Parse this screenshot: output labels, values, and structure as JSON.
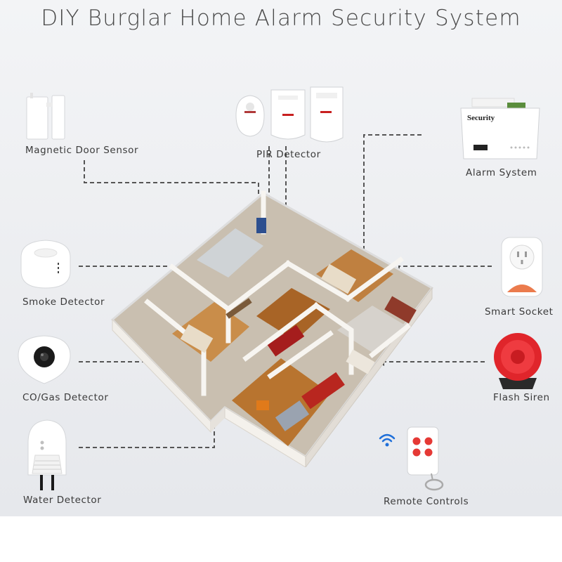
{
  "title": "DIY Burglar Home Alarm Security System",
  "devices": {
    "magnetic_door_sensor": {
      "label": "Magnetic Door Sensor"
    },
    "pir_detector": {
      "label": "PIR Detector"
    },
    "alarm_system": {
      "label": "Alarm System",
      "panel_text": "Security"
    },
    "smoke_detector": {
      "label": "Smoke Detector"
    },
    "smart_socket": {
      "label": "Smart Socket"
    },
    "co_gas_detector": {
      "label": "CO/Gas Detector"
    },
    "flash_siren": {
      "label": "Flash Siren"
    },
    "water_detector": {
      "label": "Water Detector"
    },
    "remote_controls": {
      "label": "Remote Controls"
    }
  },
  "colors": {
    "background": "#eceef1",
    "connector": "#555555",
    "siren_red": "#e0252b",
    "remote_buttons": "#e53935",
    "wifi_blue": "#1e6fd9"
  },
  "icons": [
    "wifi-icon"
  ]
}
